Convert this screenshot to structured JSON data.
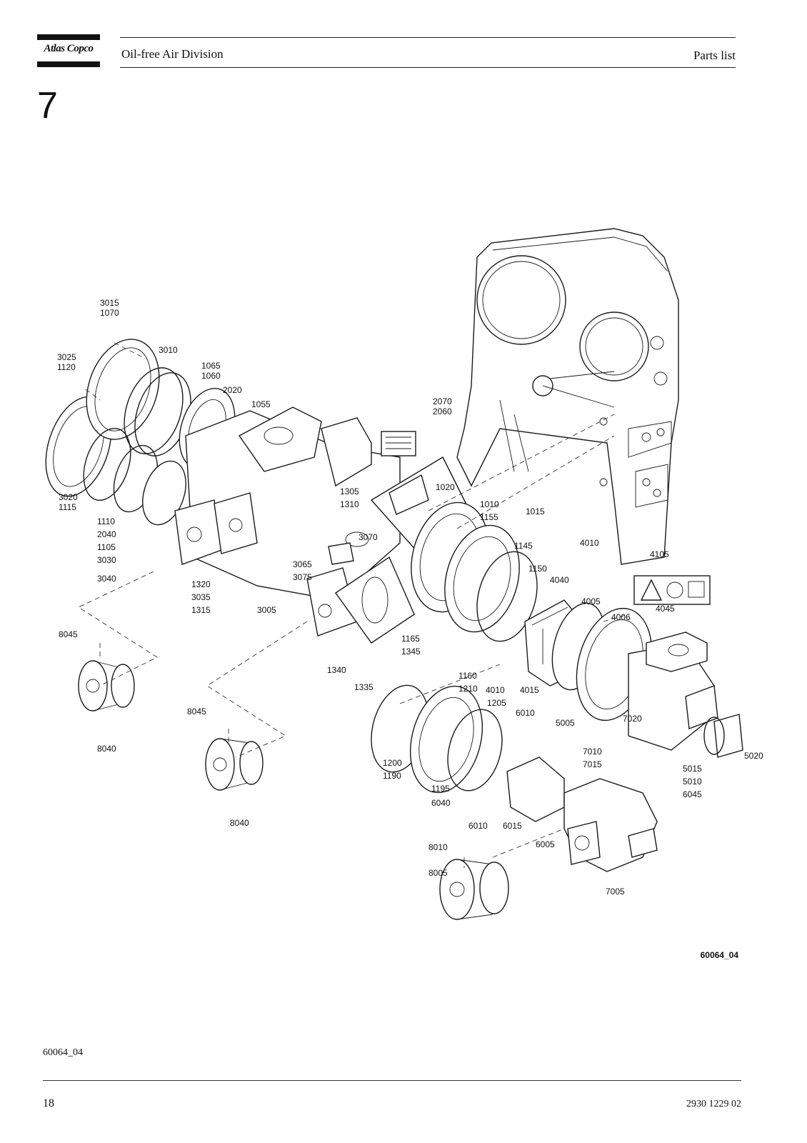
{
  "header": {
    "logo_text": "Atlas Copco",
    "division": "Oil-free Air Division",
    "section": "Parts list"
  },
  "chapter": "7",
  "drawing": {
    "labels": {
      "l3015": "3015",
      "l1070": "1070",
      "l3010": "3010",
      "l3025": "3025",
      "l1120": "1120",
      "l1065": "1065",
      "l1060": "1060",
      "l2020": "2020",
      "l1055": "1055",
      "l2070": "2070",
      "l2060": "2060",
      "l3020": "3020",
      "l1115": "1115",
      "l1110": "1110",
      "l2040": "2040",
      "l1105": "1105",
      "l3030": "3030",
      "l3040": "3040",
      "l1305": "1305",
      "l1310": "1310",
      "l3070": "3070",
      "l1020": "1020",
      "l1010": "1010",
      "l1155": "1155",
      "l1015": "1015",
      "l1145": "1145",
      "l4010a": "4010",
      "l4105": "4105",
      "l3065": "3065",
      "l3075": "3075",
      "l1320": "1320",
      "l3035": "3035",
      "l1315": "1315",
      "l3005": "3005",
      "l1150": "1150",
      "l4040": "4040",
      "l4005": "4005",
      "l4006": "4006",
      "l4045": "4045",
      "l8045a": "8045",
      "l1165": "1165",
      "l1345": "1345",
      "l1340": "1340",
      "l1335": "1335",
      "l1160": "1160",
      "l1210": "1210",
      "l4010b": "4010",
      "l4015": "4015",
      "l1205": "1205",
      "l8040a": "8040",
      "l8045b": "8045",
      "l6010a": "6010",
      "l5005": "5005",
      "l7020": "7020",
      "l7010": "7010",
      "l7015": "7015",
      "l5020": "5020",
      "l5015": "5015",
      "l5010": "5010",
      "l6045": "6045",
      "l1200": "1200",
      "l1190": "1190",
      "l1195": "1195",
      "l6040": "6040",
      "l6010b": "6010",
      "l6015": "6015",
      "l6005": "6005",
      "l8040b": "8040",
      "l8010": "8010",
      "l8005": "8005",
      "l7005": "7005"
    },
    "figure_id": "60064_04"
  },
  "footer": {
    "caption": "60064_04",
    "page_number": "18",
    "document_number": "2930 1229 02"
  }
}
